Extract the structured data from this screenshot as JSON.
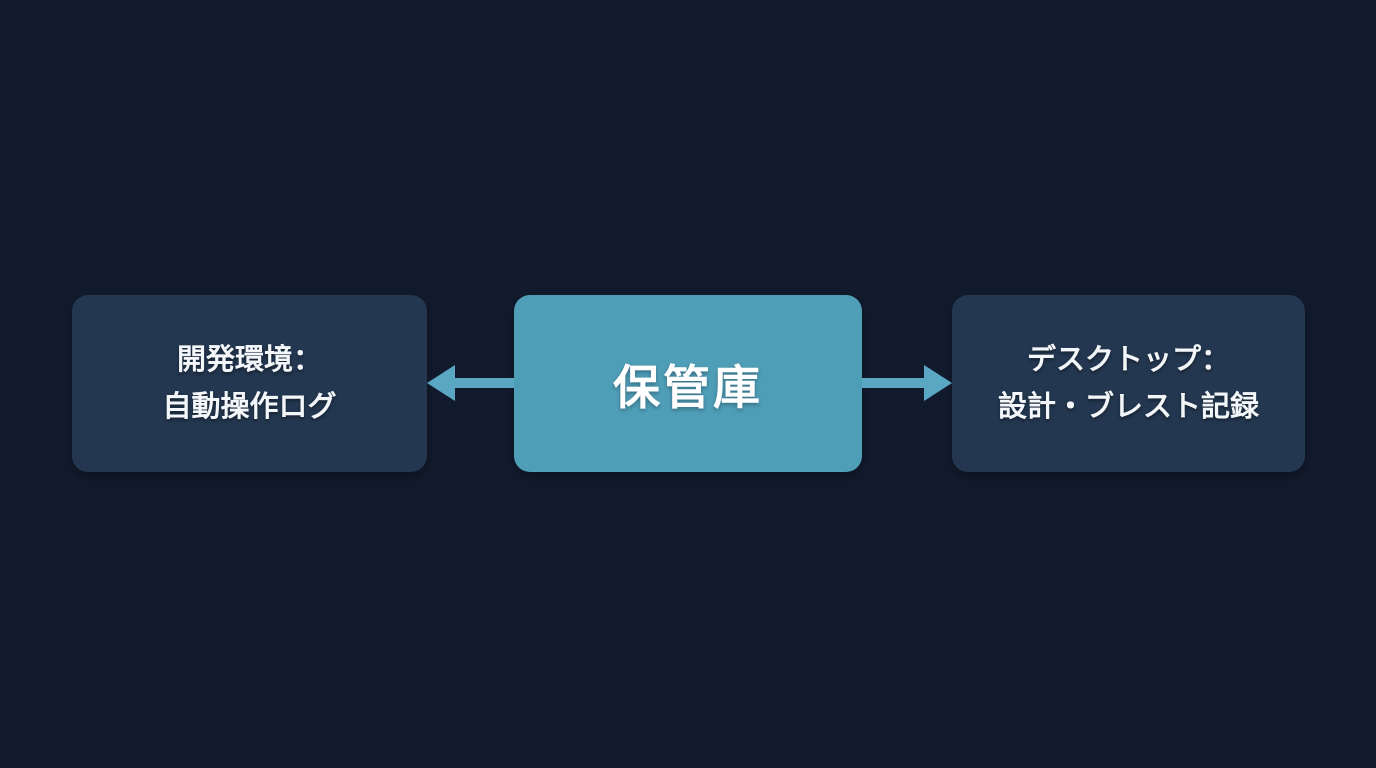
{
  "diagram": {
    "type": "hub-and-spoke flow",
    "background_color": "#121b2d",
    "center_node": {
      "label": "保管庫",
      "fill_color": "#4f9eb8",
      "text_color": "#ffffff"
    },
    "left_node": {
      "line1": "開発環境：",
      "line2": "自動操作ログ",
      "fill_color": "#233750",
      "text_color": "#f4f7fa"
    },
    "right_node": {
      "line1": "デスクトップ：",
      "line2": "設計・ブレスト記録",
      "fill_color": "#233750",
      "text_color": "#f4f7fa"
    },
    "arrows": {
      "color": "#5aa7c3",
      "left": "center-to-left",
      "right": "center-to-right"
    }
  }
}
